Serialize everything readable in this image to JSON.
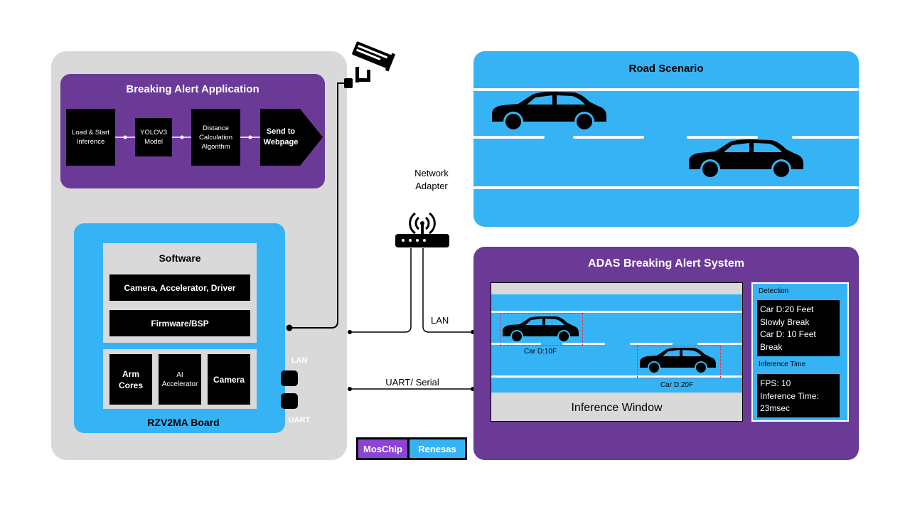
{
  "app": {
    "title": "Breaking Alert Application",
    "steps": [
      "Load & Start\nInference",
      "YOLOV3\nModel",
      "Distance\nCalculation\nAlgorithm",
      "Send to\nWebpage"
    ]
  },
  "board": {
    "title": "RZV2MA Board",
    "software_title": "Software",
    "software_items": [
      "Camera, Accelerator, Driver",
      "Firmware/BSP"
    ],
    "hardware_items": [
      "Arm\nCores",
      "AI\nAccelerator",
      "Camera"
    ],
    "port_labels": {
      "lan": "LAN",
      "uart": "UART"
    }
  },
  "network": {
    "adapter_label": "Network\nAdapter",
    "lan_label": "LAN",
    "uart_label": "UART/ Serial"
  },
  "road": {
    "title": "Road Scenario"
  },
  "adas": {
    "title": "ADAS Breaking Alert System",
    "window_label": "Inference Window",
    "car_labels": [
      "Car D:10F",
      "Car D:20F"
    ],
    "detection_title": "Detection",
    "detection_text": "Car D:20 Feet\nSlowly Break\nCar D: 10 Feet\nBreak",
    "inference_title": "Inference Time",
    "inference_text": "FPS: 10\nInference Time:\n23msec"
  },
  "logos": {
    "left": "MosChip",
    "right": "Renesas"
  },
  "colors": {
    "purple": "#6a3a96",
    "blue": "#36b3f5",
    "grey": "#d9d9d9",
    "detection_box": "#e0344a"
  },
  "icons": [
    "cctv-camera-icon",
    "wifi-router-icon",
    "car-icon"
  ]
}
